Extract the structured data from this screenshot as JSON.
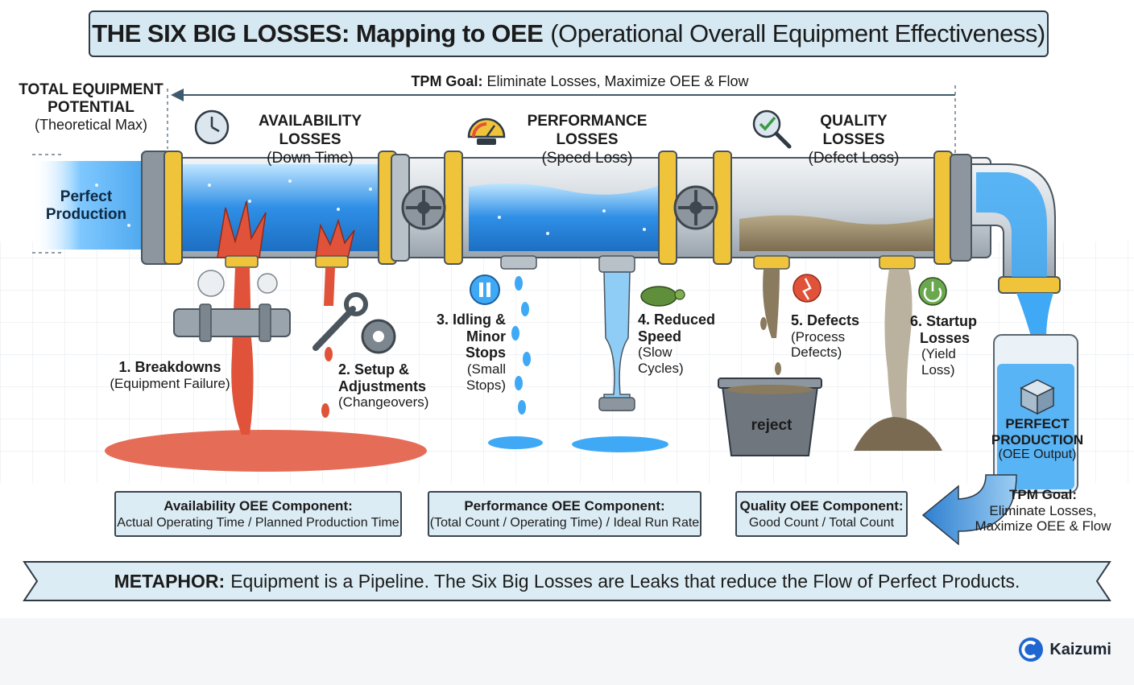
{
  "title": {
    "main": "THE SIX BIG LOSSES: Mapping to OEE",
    "sub": "(Operational Overall Equipment Effectiveness)"
  },
  "tpm_top": {
    "bold": "TPM Goal:",
    "text": "Eliminate Losses, Maximize OEE & Flow"
  },
  "potential": {
    "line1": "TOTAL EQUIPMENT",
    "line2": "POTENTIAL",
    "sub": "(Theoretical Max)"
  },
  "perfect_in": {
    "line1": "Perfect",
    "line2": "Production"
  },
  "categories": {
    "availability": {
      "title": "AVAILABILITY LOSSES",
      "sub": "(Down Time)",
      "icon": "clock-icon"
    },
    "performance": {
      "title": "PERFORMANCE LOSSES",
      "sub": "(Speed Loss)",
      "icon": "gauge-icon"
    },
    "quality": {
      "title": "QUALITY LOSSES",
      "sub": "(Defect Loss)",
      "icon": "magnifier-check-icon"
    }
  },
  "losses": {
    "l1": {
      "title": "1. Breakdowns",
      "sub": "(Equipment Failure)"
    },
    "l2": {
      "title1": "2. Setup &",
      "title2": "Adjustments",
      "sub": "(Changeovers)"
    },
    "l3": {
      "title1": "3. Idling &",
      "title2": "Minor Stops",
      "sub1": "(Small",
      "sub2": "Stops)"
    },
    "l4": {
      "title1": "4. Reduced",
      "title2": "Speed",
      "sub1": "(Slow",
      "sub2": "Cycles)"
    },
    "l5": {
      "title": "5. Defects",
      "sub1": "(Process",
      "sub2": "Defects)"
    },
    "l6": {
      "title1": "6. Startup",
      "title2": "Losses",
      "sub1": "(Yield",
      "sub2": "Loss)"
    }
  },
  "reject_label": "reject",
  "perfect_out": {
    "line1": "PERFECT",
    "line2": "PRODUCTION",
    "sub": "(OEE Output)"
  },
  "tpm_side": {
    "bold": "TPM Goal:",
    "line1": "Eliminate Losses,",
    "line2": "Maximize OEE & Flow"
  },
  "components": {
    "availability": {
      "title": "Availability OEE Component:",
      "formula": "Actual Operating Time / Planned Production Time"
    },
    "performance": {
      "title": "Performance OEE Component:",
      "formula": "(Total Count / Operating Time) / Ideal Run Rate"
    },
    "quality": {
      "title": "Quality OEE Component:",
      "formula": "Good Count / Total Count"
    }
  },
  "metaphor": {
    "bold": "METAPHOR:",
    "text": "Equipment is a Pipeline. The Six Big Losses are Leaks that reduce the Flow of Perfect Products."
  },
  "brand": "Kaizumi",
  "colors": {
    "water": "#3fa9f5",
    "leak_red": "#e0533a",
    "mud": "#8a7a5e",
    "brass": "#f0c43a",
    "panel": "#dcecf4"
  }
}
